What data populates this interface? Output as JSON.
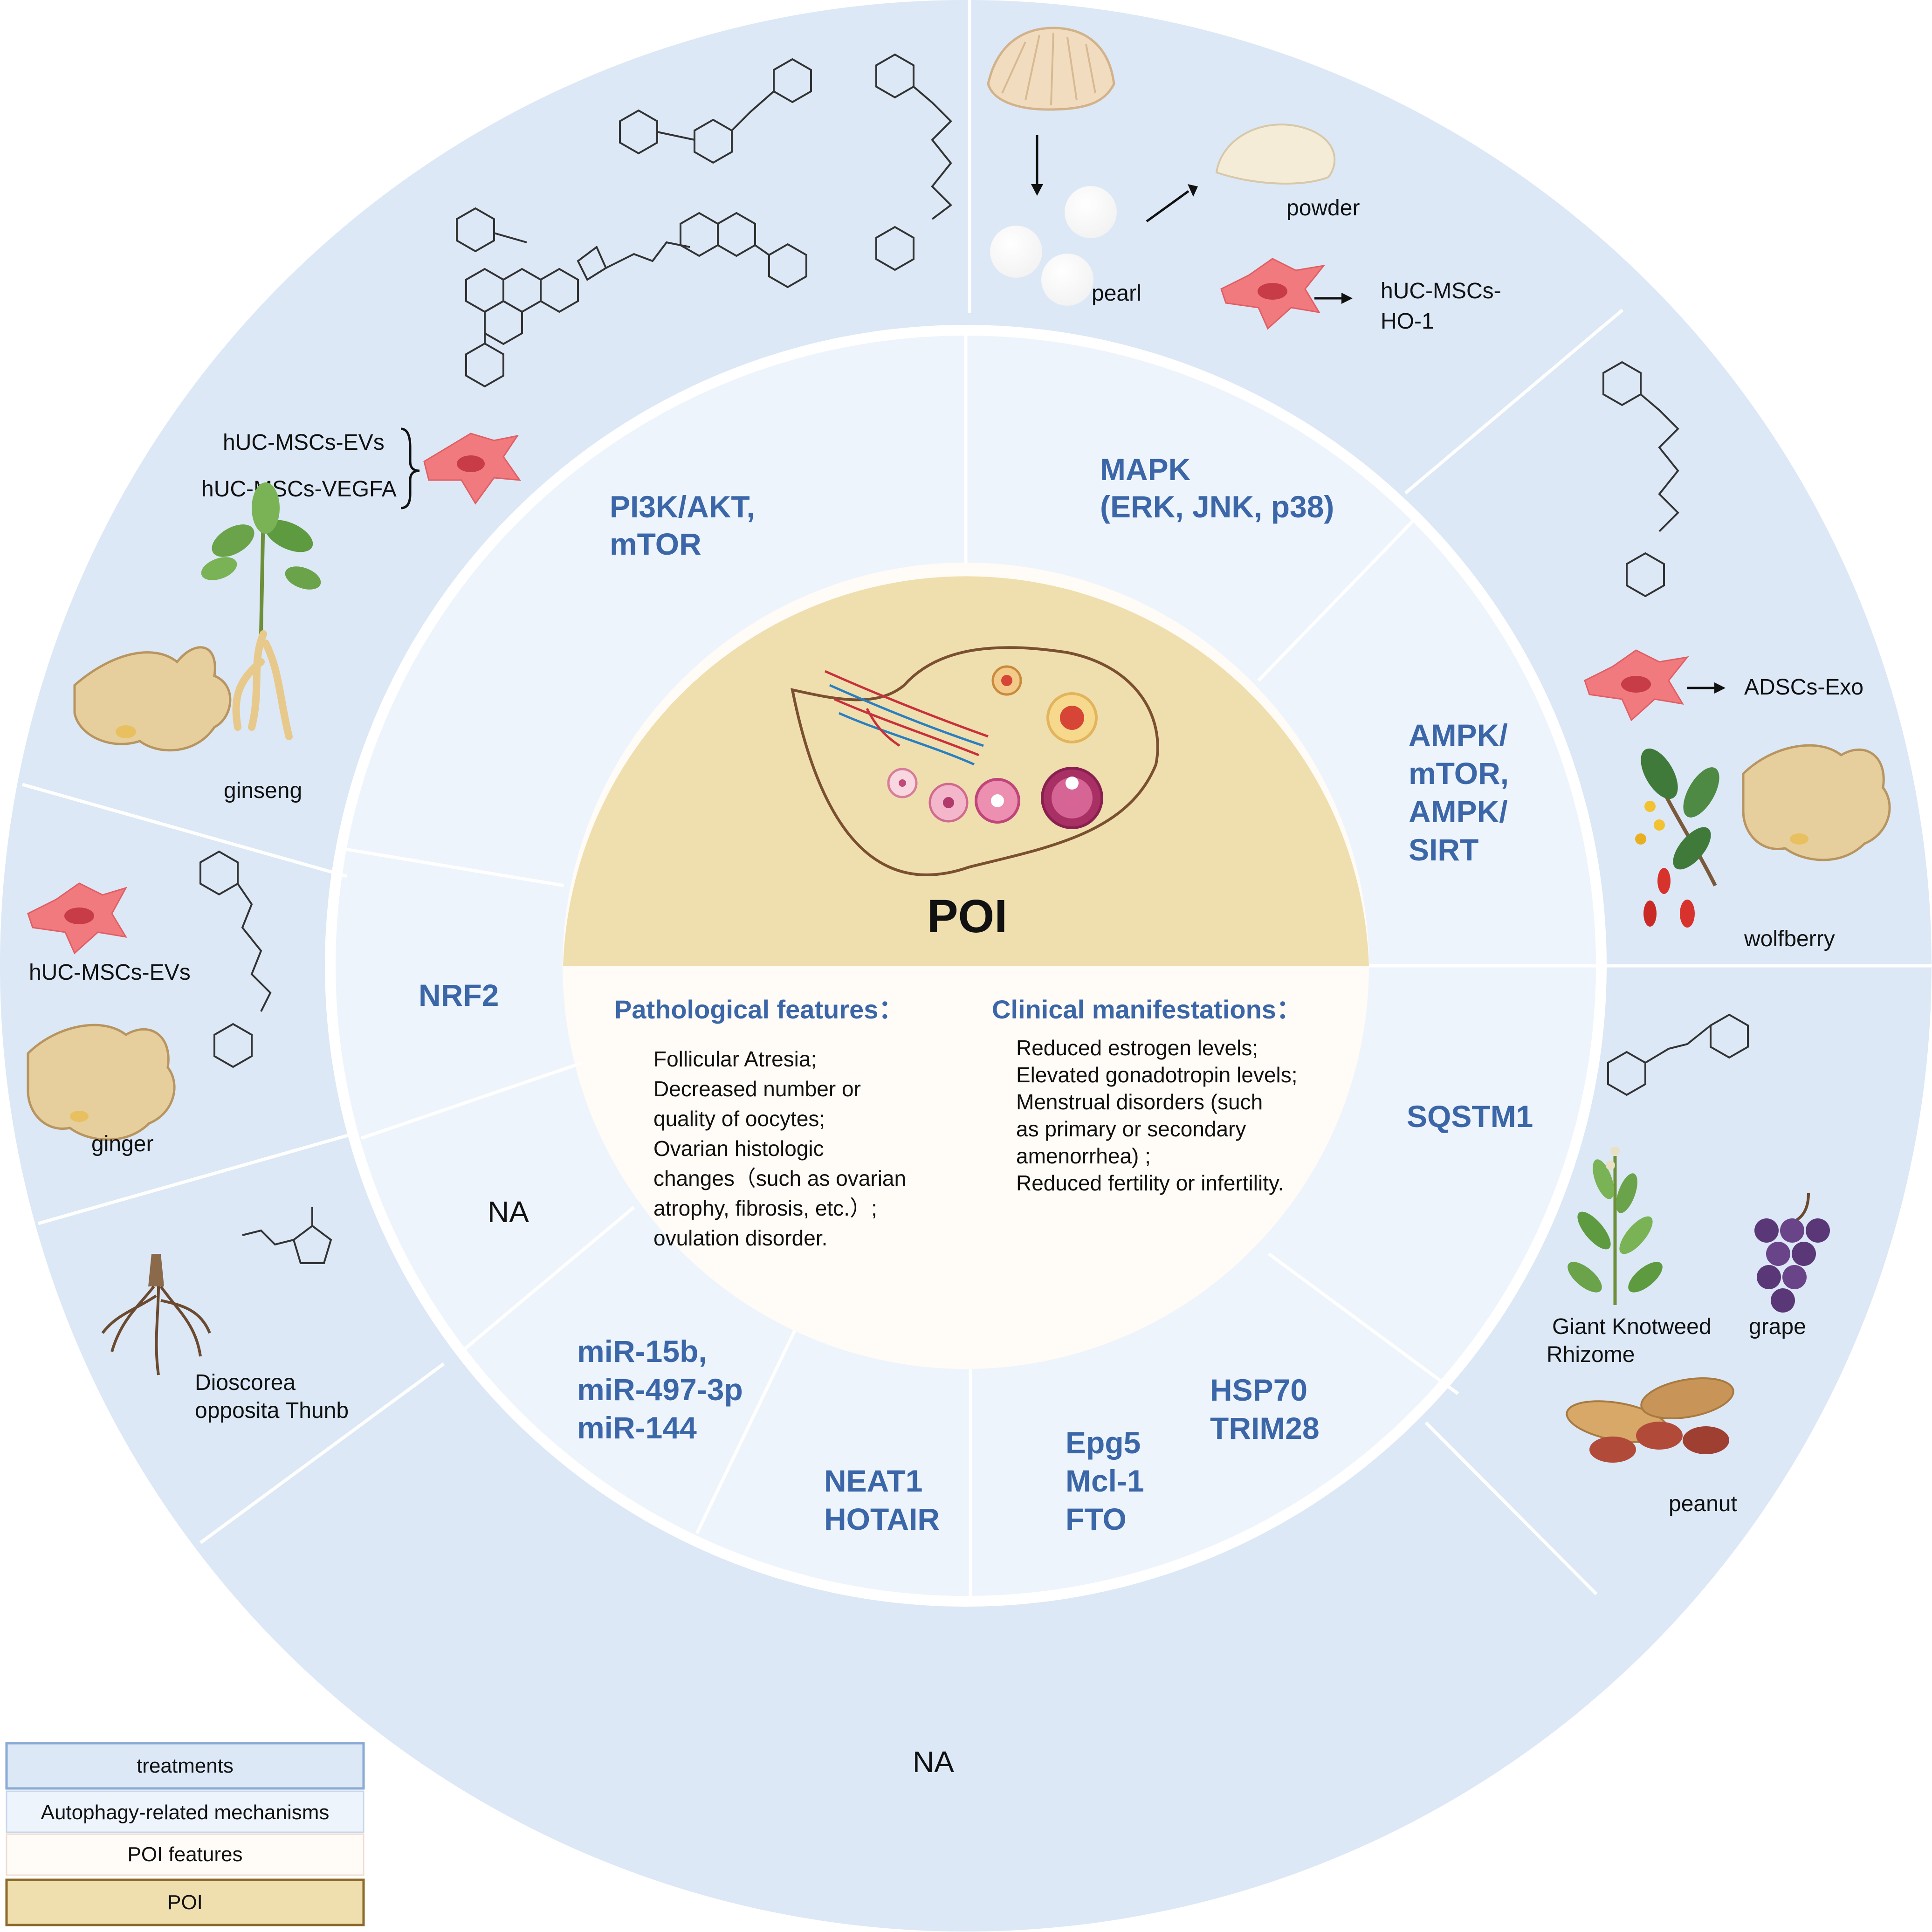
{
  "center": {
    "title": "POI",
    "pathological": {
      "header": "Pathological features：",
      "lines": [
        "Follicular Atresia;",
        "Decreased number or",
        "quality of oocytes;",
        "Ovarian histologic",
        "changes（such as ovarian",
        "atrophy, fibrosis, etc.）;",
        "ovulation disorder."
      ]
    },
    "clinical": {
      "header": "Clinical manifestations：",
      "lines": [
        "Reduced estrogen levels;",
        "Elevated gonadotropin levels;",
        "Menstrual disorders (such",
        "as primary or secondary",
        "amenorrhea) ;",
        "Reduced fertility or infertility."
      ]
    }
  },
  "mechanisms": {
    "pi3k": [
      "PI3K/AKT,",
      "mTOR"
    ],
    "mapk": [
      "MAPK",
      "(ERK, JNK, p38)"
    ],
    "ampk": [
      "AMPK/",
      "mTOR,",
      "AMPK/",
      "SIRT"
    ],
    "sqstm1": [
      "SQSTM1"
    ],
    "hsp70": [
      "HSP70",
      "TRIM28"
    ],
    "epg5": [
      "Epg5",
      "Mcl-1",
      "FTO"
    ],
    "neat1": [
      "NEAT1",
      "HOTAIR"
    ],
    "mir": [
      "miR-15b,",
      "miR-497-3p",
      "miR-144"
    ],
    "na": "NA",
    "nrf2": [
      "NRF2"
    ]
  },
  "treatments": {
    "ginseng_label": "ginseng",
    "evs_label": "hUC-MSCs-EVs",
    "vegfa_label": "hUC-MSCs-VEGFA",
    "pearl_label": "pearl",
    "powder_label": "powder",
    "ho1_label": [
      "hUC-MSCs-",
      "HO-1"
    ],
    "adscs_label": "ADSCs-Exo",
    "wolfberry_label": "wolfberry",
    "knotweed_label": [
      "Giant Knotweed",
      "Rhizome"
    ],
    "grape_label": "grape",
    "peanut_label": "peanut",
    "dioscorea_label": [
      "Dioscorea",
      "opposita Thunb"
    ],
    "ginger_evs_label": "hUC-MSCs-EVs",
    "ginger_label": "ginger",
    "bottom_na": "NA"
  },
  "legend": [
    "treatments",
    "Autophagy-related mechanisms",
    "POI features",
    "POI"
  ],
  "colors": {
    "outer_ring": "#dce8f6",
    "middle_ring": "#eef4fb",
    "features": "#fffbf6",
    "poi": "#efdfae",
    "text_blue": "#3b66a8",
    "legend_border": "#8aaad6",
    "poi_border": "#8b6a2a"
  }
}
